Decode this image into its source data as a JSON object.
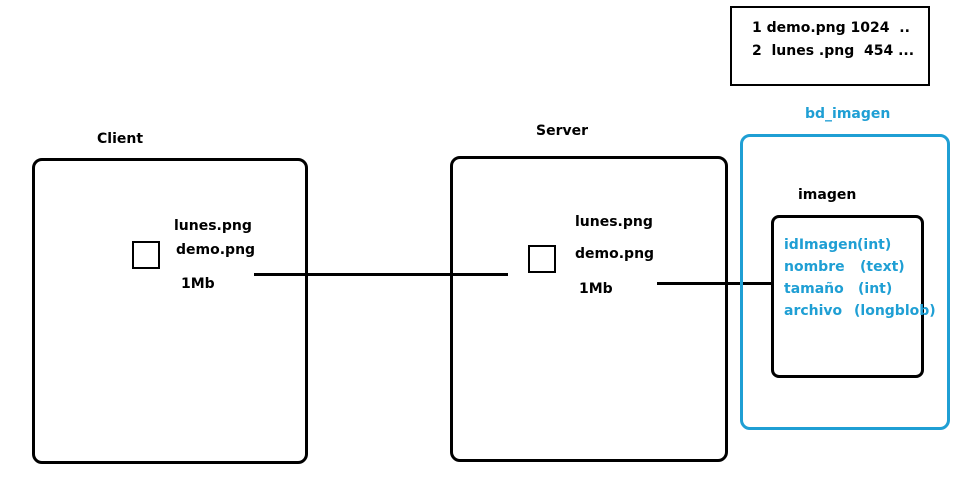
{
  "table_rows": [
    "1 demo.png 1024  ..",
    "2  lunes .png  454 ..."
  ],
  "db_name": "bd_imagen",
  "client": {
    "title": "Client",
    "files": [
      "lunes.png",
      "demo.png"
    ],
    "size": "1Mb"
  },
  "server": {
    "title": "Server",
    "files": [
      "lunes.png",
      "demo.png"
    ],
    "size": "1Mb"
  },
  "table": {
    "name": "imagen",
    "fields": [
      {
        "name": "idImagen",
        "type": "(int)"
      },
      {
        "name": "nombre",
        "type": "(text)"
      },
      {
        "name": "tamaño",
        "type": "(int)"
      },
      {
        "name": "archivo",
        "type": "(longblob)"
      }
    ]
  },
  "colors": {
    "db_accent": "#1f9fd4",
    "stroke": "#000000"
  }
}
